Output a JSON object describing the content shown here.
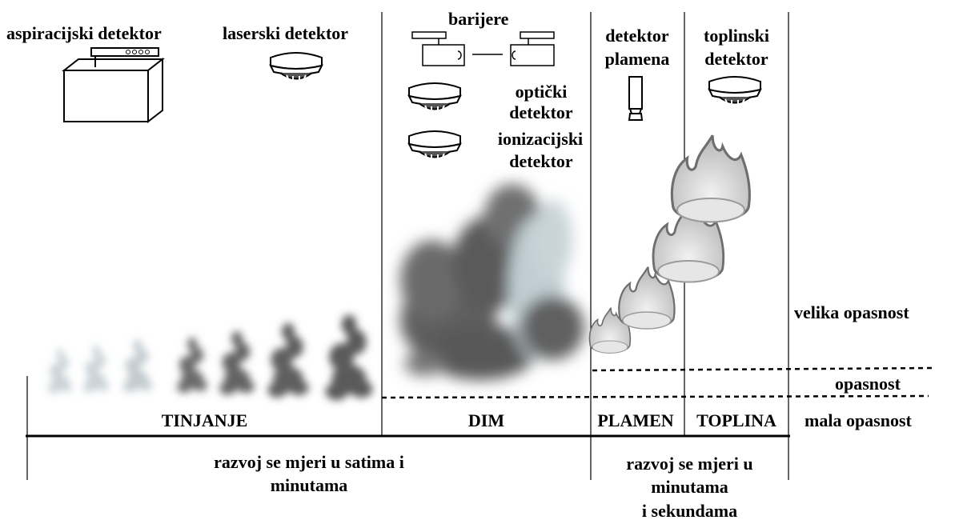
{
  "detectors": {
    "aspiration": "aspiracijski detektor",
    "laser": "laserski detektor",
    "barriers": "barijere",
    "optical_1": "optički",
    "optical_2": "detektor",
    "ionization_1": "ionizacijski",
    "ionization_2": "detektor",
    "flame_1": "detektor",
    "flame_2": "plamena",
    "heat_1": "toplinski",
    "heat_2": "detektor"
  },
  "stages": {
    "smoldering": "TINJANJE",
    "smoke": "DIM",
    "flame": "PLAMEN",
    "heat": "TOPLINA"
  },
  "danger_levels": {
    "high": "velika opasnost",
    "medium": "opasnost",
    "low": "mala opasnost"
  },
  "timescales": {
    "hours_1": "razvoj se mjeri u satima i",
    "hours_2": "minutama",
    "seconds_1": "razvoj se mjeri u",
    "seconds_2": "minutama",
    "seconds_3": "i sekundama"
  },
  "colors": {
    "smoke_light": "#c9d2d6",
    "smoke_dark": "#5f5f5f",
    "flame_outline": "#6e6e6e",
    "flame_fill": "#d9d9d9"
  }
}
